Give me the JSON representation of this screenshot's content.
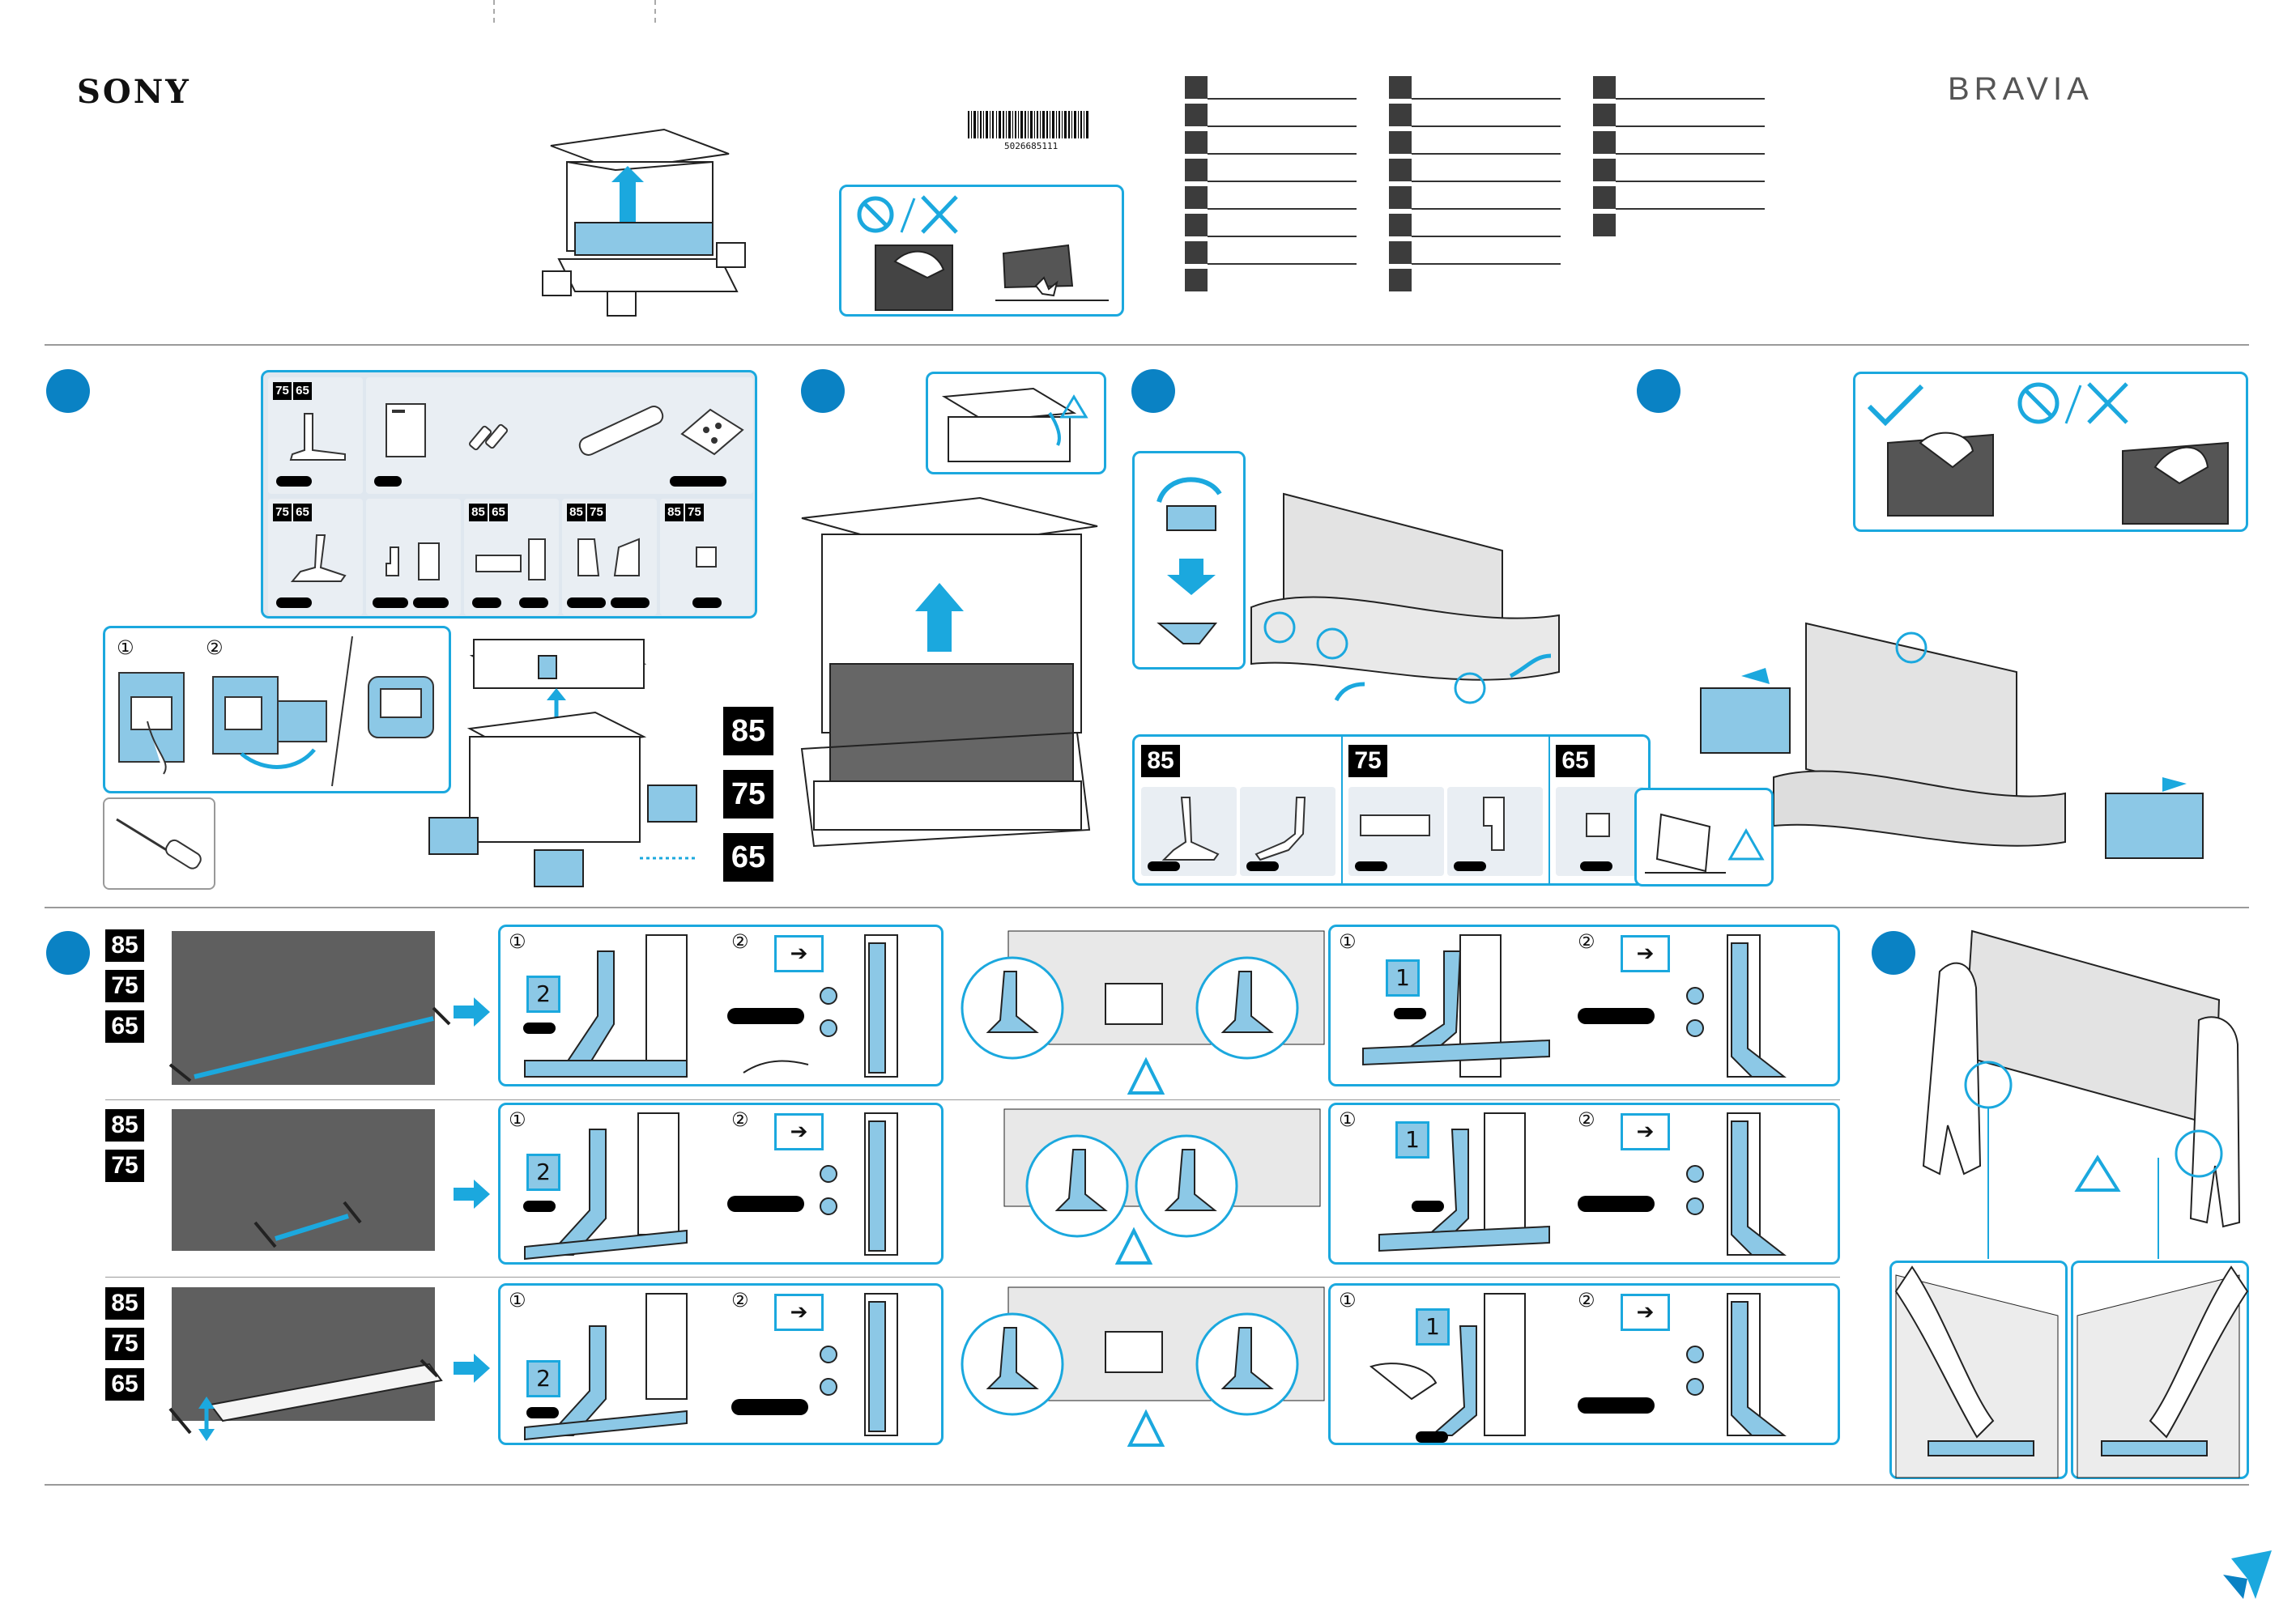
{
  "header": {
    "brand": "SONY",
    "product_line": "BRAVIA",
    "barcode_number": "5026685111"
  },
  "language_columns": [
    {
      "rows": 8
    },
    {
      "rows": 8
    },
    {
      "rows": 6
    }
  ],
  "size_tags": {
    "s85": "85",
    "s75": "75",
    "s65": "65"
  },
  "step1": {
    "part_groups": [
      {
        "sizes": [
          "75",
          "65"
        ]
      },
      {
        "sizes": [
          "75",
          "65"
        ]
      },
      {
        "sizes": [
          "85",
          "65"
        ]
      },
      {
        "sizes": [
          "85",
          "75"
        ]
      },
      {
        "sizes": [
          "85",
          "75"
        ]
      }
    ],
    "sub_steps": [
      "①",
      "②"
    ]
  },
  "step3": {
    "stand_sizes": [
      "85",
      "75",
      "65"
    ]
  },
  "step5": {
    "rows": [
      {
        "sizes": [
          "85",
          "75",
          "65"
        ]
      },
      {
        "sizes": [
          "85",
          "75"
        ]
      },
      {
        "sizes": [
          "85",
          "75",
          "65"
        ]
      }
    ],
    "sub_steps": [
      "①",
      "②"
    ],
    "part_labels": [
      "2",
      "1"
    ],
    "arrow_symbol": "➔"
  },
  "colors": {
    "accent_blue": "#1ba8de",
    "step_circle": "#0a82c4",
    "part_highlight": "#8cc8e6",
    "tv_panel": "#5f5f5f"
  }
}
